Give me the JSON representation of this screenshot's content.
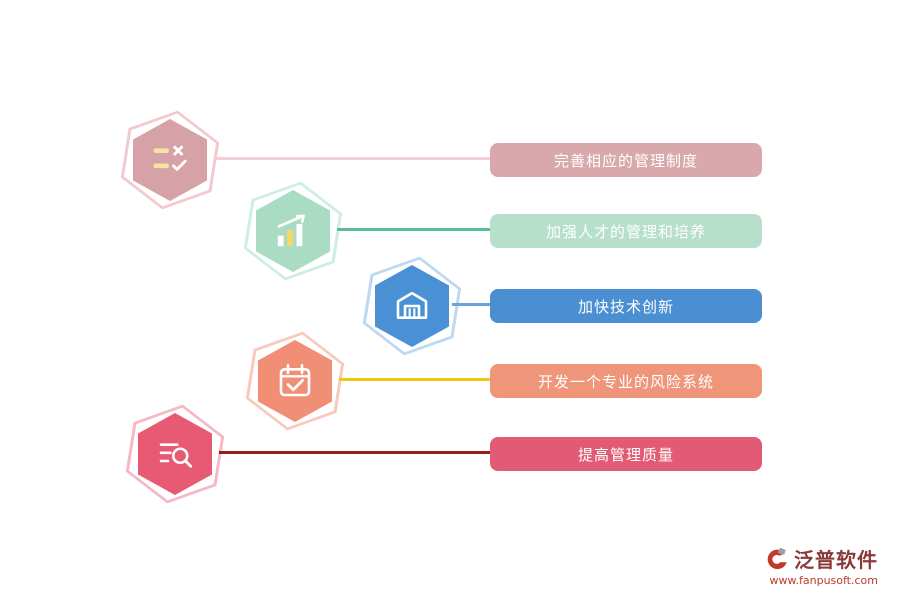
{
  "diagram": {
    "items": [
      {
        "label": "完善相应的管理制度",
        "icon": "checklist-icon",
        "hex_fill": "#d6a2a8",
        "hex_outline": "#f2c9ce",
        "label_bg": "#d8a8ad",
        "line_color": "#f6cdd2"
      },
      {
        "label": "加强人才的管理和培养",
        "icon": "bar-chart-icon",
        "hex_fill": "#a9dcc3",
        "hex_outline": "#cdeee0",
        "label_bg": "#b7e0cc",
        "line_color": "#5bbd96"
      },
      {
        "label": "加快技术创新",
        "icon": "building-icon",
        "hex_fill": "#4a90d5",
        "hex_outline": "#bcd8f2",
        "label_bg": "#4a8fd2",
        "line_color": "#6ba3dd"
      },
      {
        "label": "开发一个专业的风险系统",
        "icon": "calendar-check-icon",
        "hex_fill": "#f08f76",
        "hex_outline": "#f8c9bc",
        "label_bg": "#ef9579",
        "line_color": "#f6c514"
      },
      {
        "label": "提高管理质量",
        "icon": "search-list-icon",
        "hex_fill": "#e85a74",
        "hex_outline": "#f5b8c4",
        "label_bg": "#e25b74",
        "line_color": "#9b1b1b"
      }
    ],
    "text_color": "#ffffff"
  },
  "watermark": {
    "name": "泛普软件",
    "url": "www.fanpusoft.com"
  }
}
